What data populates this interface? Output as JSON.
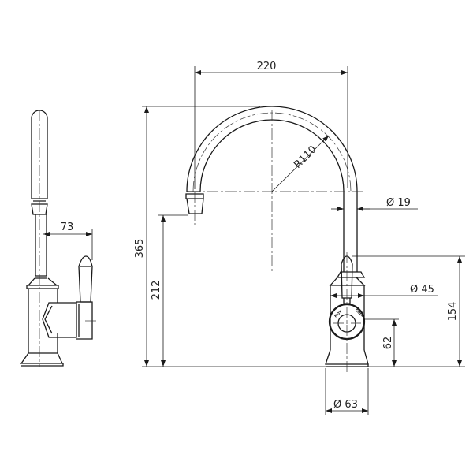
{
  "dimensions": {
    "spout_reach": "220",
    "spout_radius": "R110",
    "spout_diameter": "Ø 19",
    "overall_height": "365",
    "spout_outlet_height": "212",
    "lever_height": "154",
    "body_diameter": "Ø 45",
    "handle_center_height": "62",
    "base_diameter": "Ø 63",
    "handle_projection": "73"
  },
  "handle_labels": {
    "hot": "HOT",
    "cold": "COLD"
  },
  "colors": {
    "line": "#1a1a1a",
    "background": "#ffffff"
  }
}
